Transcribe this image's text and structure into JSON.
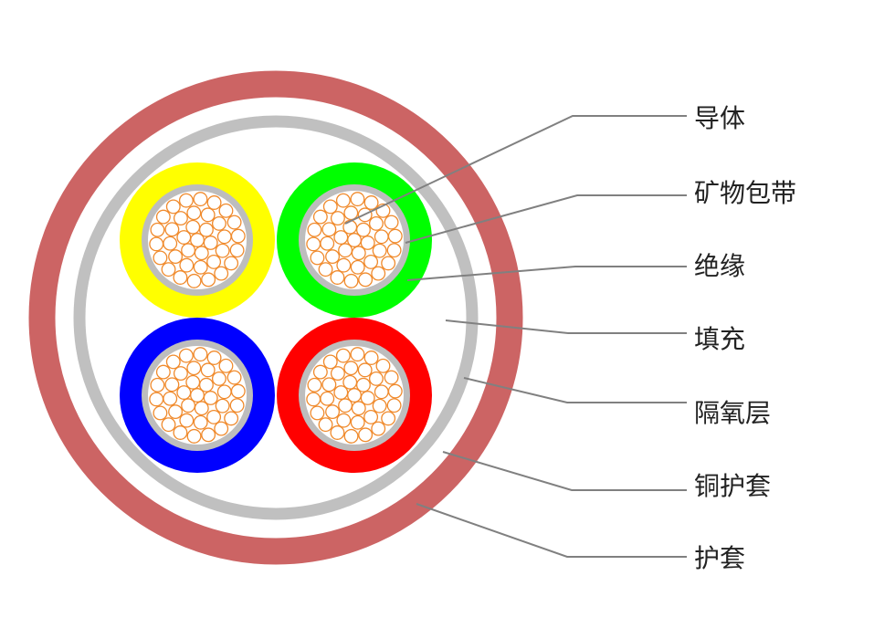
{
  "labels": [
    {
      "id": "conductor",
      "text": "导体"
    },
    {
      "id": "mineral-tape",
      "text": "矿物包带"
    },
    {
      "id": "insulation",
      "text": "绝缘"
    },
    {
      "id": "filler",
      "text": "填充"
    },
    {
      "id": "oxygen-barrier",
      "text": "隔氧层"
    },
    {
      "id": "copper-sheath",
      "text": "铜护套"
    },
    {
      "id": "outer-sheath",
      "text": "护套"
    }
  ],
  "colors": {
    "outer_sheath": "#cc6464",
    "copper_sheath": "#c0c0c0",
    "tape": "#bdbdbd",
    "strand": "#f08a2c",
    "leader": "#808080",
    "cores": [
      "#ffff00",
      "#00ff00",
      "#0000ff",
      "#ff0000"
    ]
  }
}
